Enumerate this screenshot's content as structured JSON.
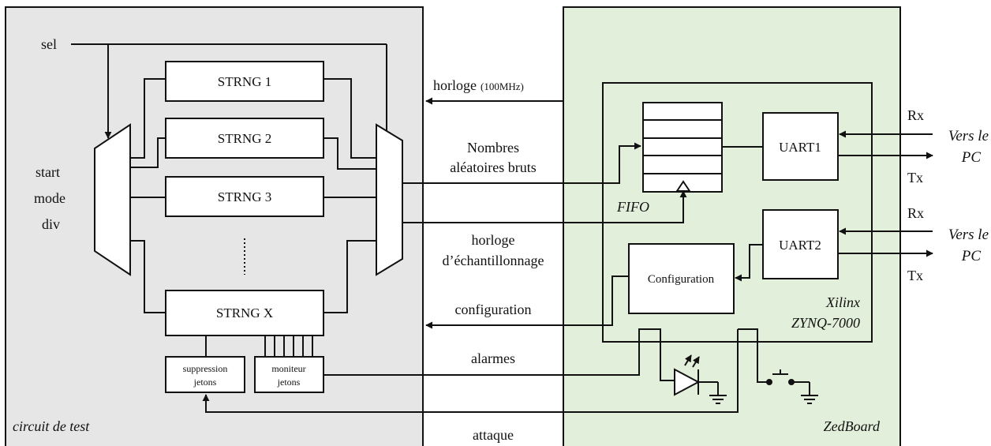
{
  "left_panel": {
    "label": "circuit de test",
    "sel": "sel",
    "mux_controls": [
      "start",
      "mode",
      "div"
    ],
    "strng_blocks": [
      "STRNG 1",
      "STRNG 2",
      "STRNG 3",
      "STRNG X"
    ],
    "ellipsis": "……",
    "suppression_block": [
      "suppression",
      "jetons"
    ],
    "monitor_block": [
      "moniteur",
      "jetons"
    ]
  },
  "signals": {
    "clock": "horloge",
    "clock_freq": "(100MHz)",
    "raw_numbers": [
      "Nombres",
      "aléatoires bruts"
    ],
    "sampling_clock": [
      "horloge",
      "d’échantillonnage"
    ],
    "configuration": "configuration",
    "alarms": "alarmes",
    "attack": "attaque"
  },
  "right_panel": {
    "label": "ZedBoard",
    "chip_label": [
      "Xilinx",
      "ZYNQ-7000"
    ],
    "fifo": "FIFO",
    "uart1": "UART1",
    "uart2": "UART2",
    "config_block": "Configuration",
    "rx": "Rx",
    "tx": "Tx",
    "pc_label": [
      "Vers le",
      "PC"
    ]
  },
  "colors": {
    "left_panel_bg": "#e6e6e6",
    "right_panel_bg": "#e2efdb",
    "stroke": "#111111"
  }
}
